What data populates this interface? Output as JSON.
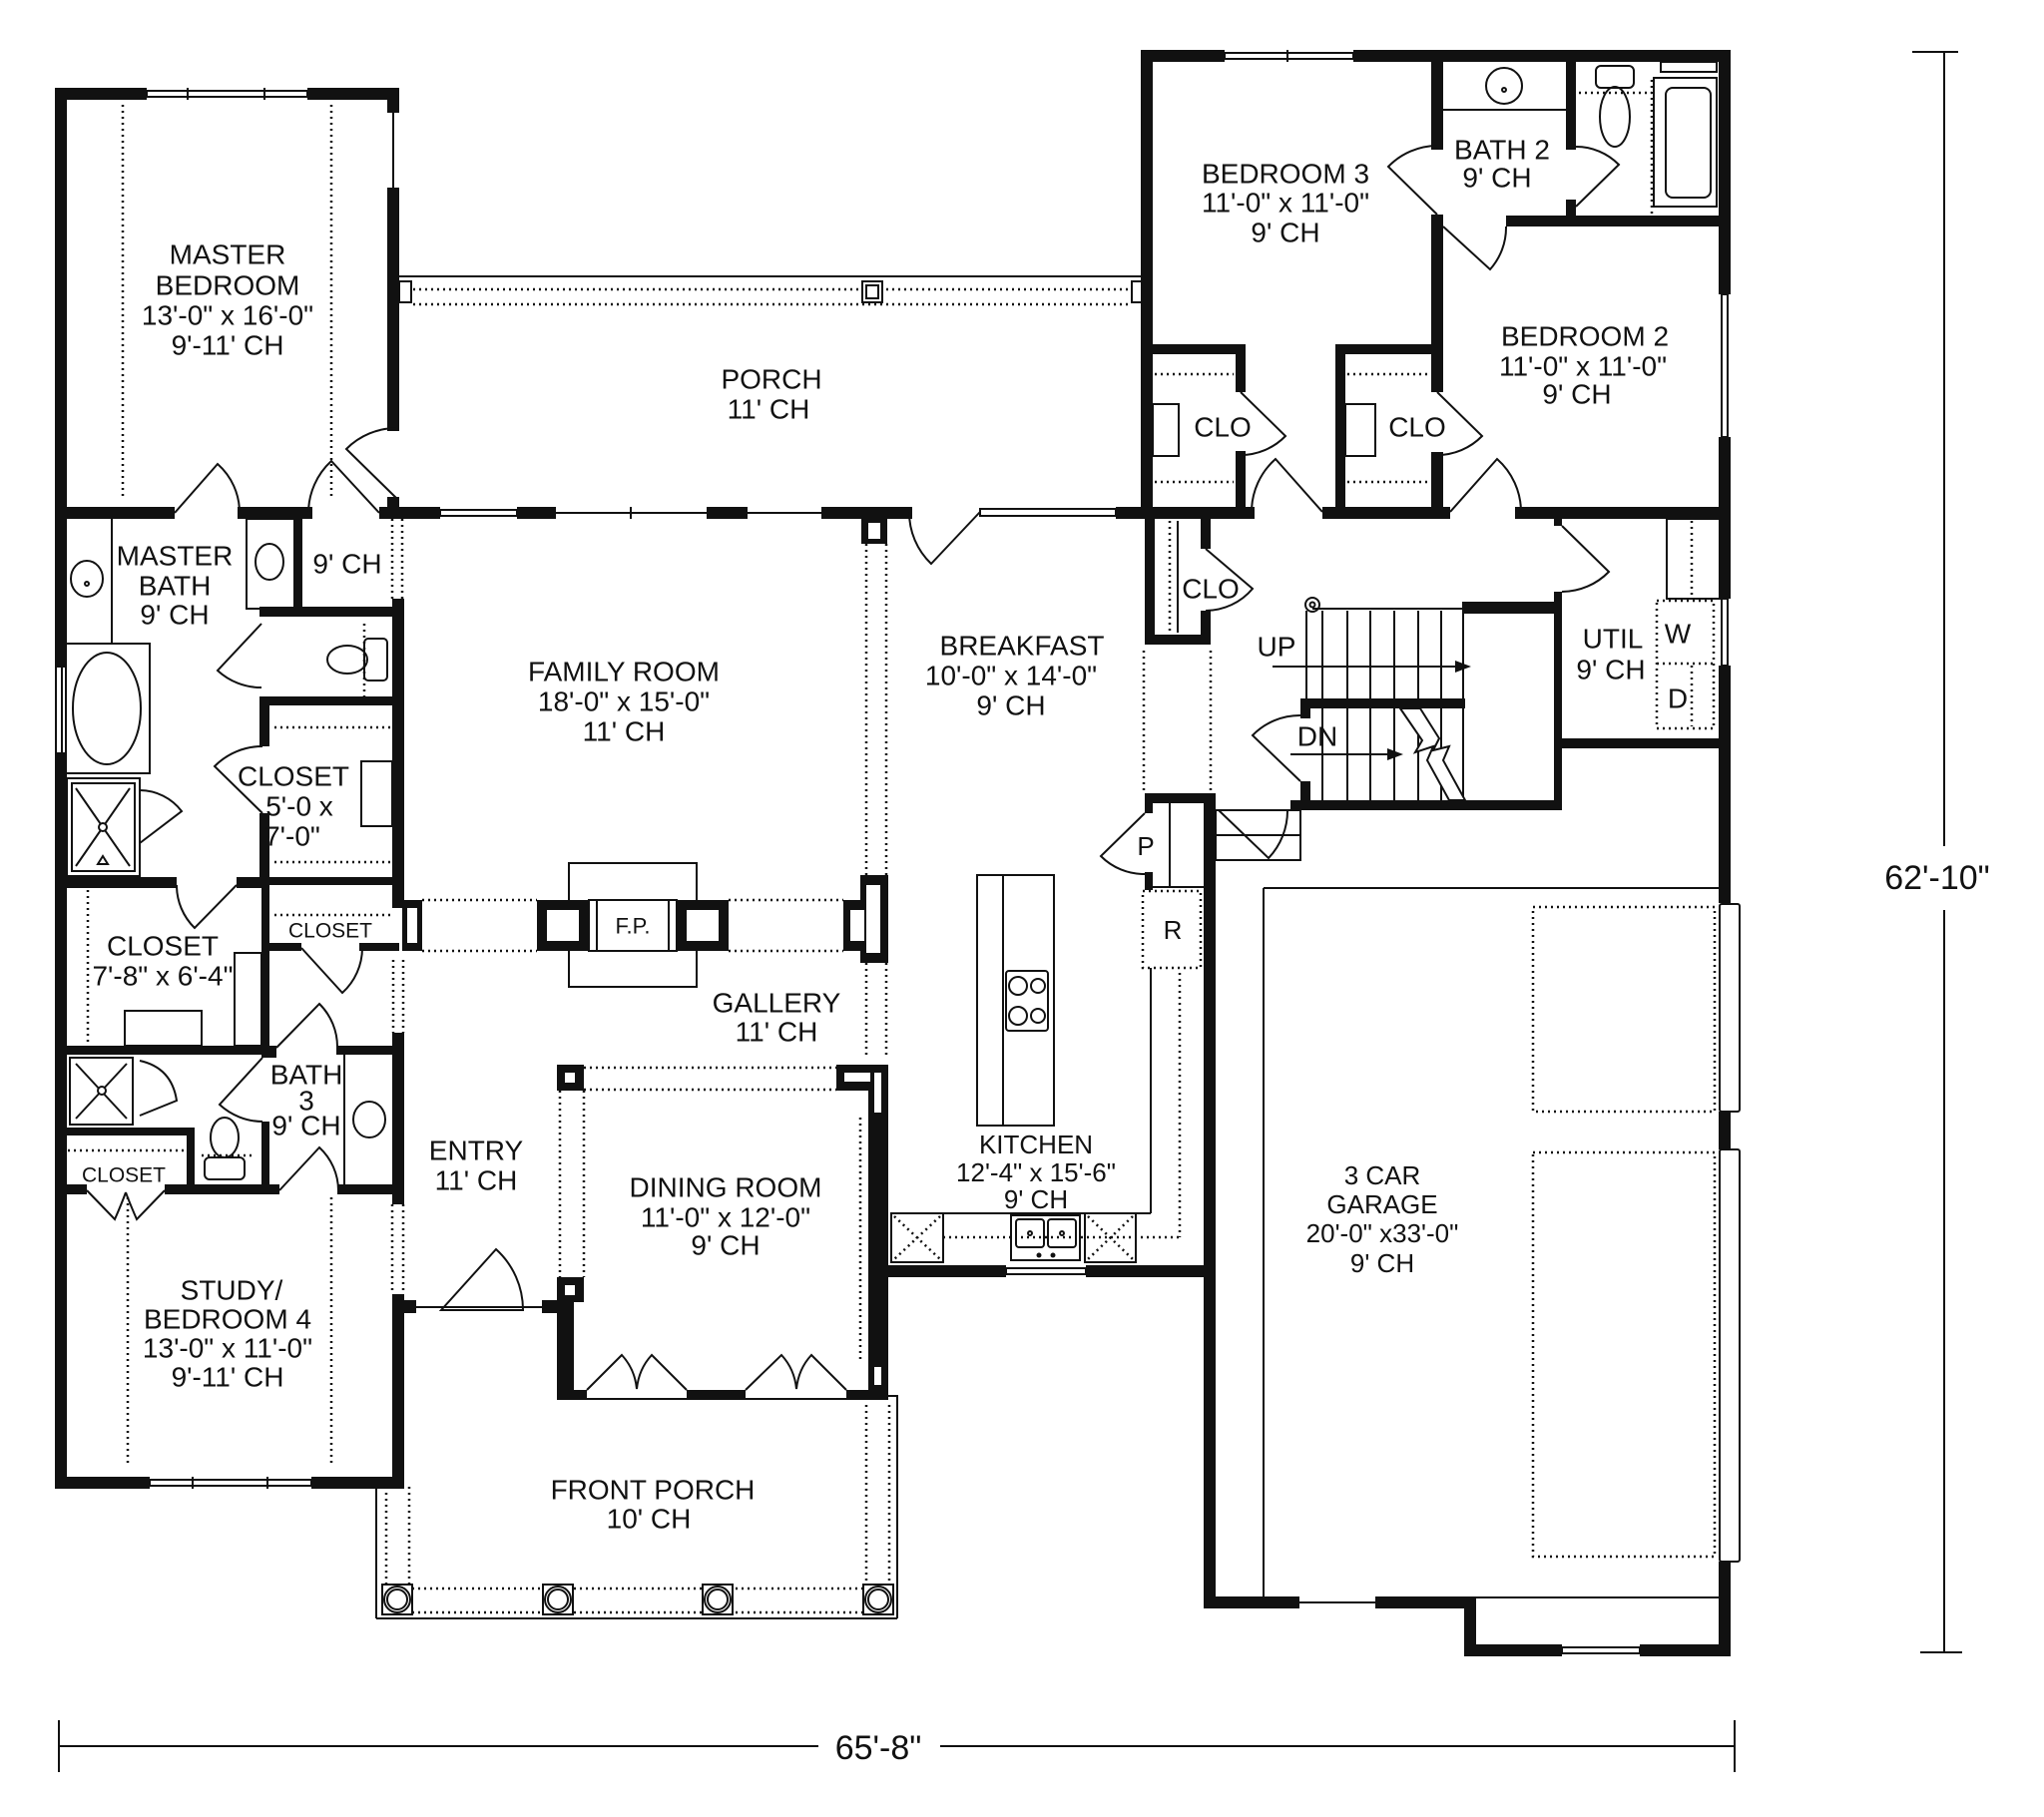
{
  "dimensions": {
    "overall_width": "65'-8\"",
    "overall_depth": "62'-10\""
  },
  "rooms": {
    "master_bedroom": {
      "name_1": "MASTER",
      "name_2": "BEDROOM",
      "size": "13'-0\" x 16'-0\"",
      "ceiling": "9'-11' CH"
    },
    "master_bath": {
      "name_1": "MASTER",
      "name_2": "BATH",
      "ceiling": "9' CH"
    },
    "master_wc": {
      "ceiling": "9' CH"
    },
    "master_closet_small": {
      "name": "CLOSET",
      "size_1": "5'-0 x",
      "size_2": "7'-0\""
    },
    "master_closet": {
      "name": "CLOSET",
      "size": "7'-8\" x 6'-4\""
    },
    "linen_closet": {
      "name": "CLOSET"
    },
    "bath_3": {
      "name_1": "BATH",
      "name_2": "3",
      "ceiling": "9' CH"
    },
    "study_closet": {
      "name": "CLOSET"
    },
    "study": {
      "name_1": "STUDY/",
      "name_2": "BEDROOM 4",
      "size": "13'-0\" x 11'-0\"",
      "ceiling": "9'-11' CH"
    },
    "porch": {
      "name": "PORCH",
      "ceiling": "11' CH"
    },
    "family_room": {
      "name": "FAMILY ROOM",
      "size": "18'-0\" x 15'-0\"",
      "ceiling": "11' CH"
    },
    "gallery": {
      "name": "GALLERY",
      "ceiling": "11' CH"
    },
    "entry": {
      "name": "ENTRY",
      "ceiling": "11' CH"
    },
    "dining_room": {
      "name": "DINING ROOM",
      "size": "11'-0\" x 12'-0\"",
      "ceiling": "9' CH"
    },
    "front_porch": {
      "name": "FRONT PORCH",
      "ceiling": "10' CH"
    },
    "breakfast": {
      "name": "BREAKFAST",
      "size": "10'-0\" x 14'-0\"",
      "ceiling": "9' CH"
    },
    "kitchen": {
      "name": "KITCHEN",
      "size": "12'-4\" x 15'-6\"",
      "ceiling": "9' CH"
    },
    "bedroom_3": {
      "name": "BEDROOM 3",
      "size": "11'-0\" x 11'-0\"",
      "ceiling": "9' CH"
    },
    "bath_2": {
      "name": "BATH 2",
      "ceiling": "9' CH"
    },
    "bedroom_2": {
      "name": "BEDROOM 2",
      "size": "11'-0\" x 11'-0\"",
      "ceiling": "9' CH"
    },
    "clo_bedroom_3": {
      "name": "CLO"
    },
    "clo_bedroom_2": {
      "name": "CLO"
    },
    "clo_hall": {
      "name": "CLO"
    },
    "utility": {
      "name": "UTIL",
      "ceiling": "9' CH"
    },
    "garage": {
      "name_1": "3 CAR",
      "name_2": "GARAGE",
      "size": "20'-0\" x33'-0\"",
      "ceiling": "9' CH"
    }
  },
  "fixtures": {
    "fireplace": "F.P.",
    "stairs_up": "UP",
    "stairs_down": "DN",
    "pantry": "P",
    "refrigerator": "R",
    "washer": "W",
    "dryer": "D"
  }
}
